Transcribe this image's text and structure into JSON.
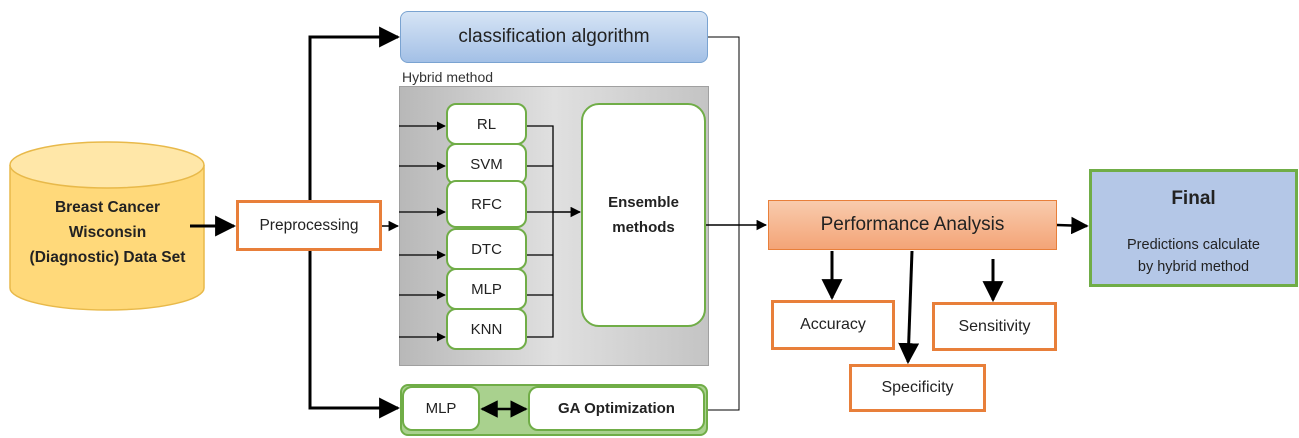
{
  "dataset": {
    "lines": [
      "Breast Cancer",
      "Wisconsin",
      "(Diagnostic) Data Set"
    ]
  },
  "preprocessing": {
    "label": "Preprocessing"
  },
  "classification": {
    "label": "classification algorithm"
  },
  "hybrid": {
    "label": "Hybrid method",
    "models": [
      "RL",
      "SVM",
      "RFC",
      "DTC",
      "MLP",
      "KNN"
    ],
    "ensemble_lines": [
      "Ensemble",
      "methods"
    ]
  },
  "ga": {
    "mlp_label": "MLP",
    "ga_label": "GA Optimization"
  },
  "performance": {
    "label": "Performance Analysis"
  },
  "metrics": {
    "accuracy": "Accuracy",
    "sensitivity": "Sensitivity",
    "specificity": "Specificity"
  },
  "final": {
    "title": "Final",
    "lines": [
      "Predictions calculate",
      "by hybrid method"
    ]
  },
  "colors": {
    "orange": "#e87f3a",
    "green": "#70ad47",
    "db_fill": "#ffd97a",
    "blue": "#a3c0e6",
    "gray": "#c8c8c8"
  }
}
